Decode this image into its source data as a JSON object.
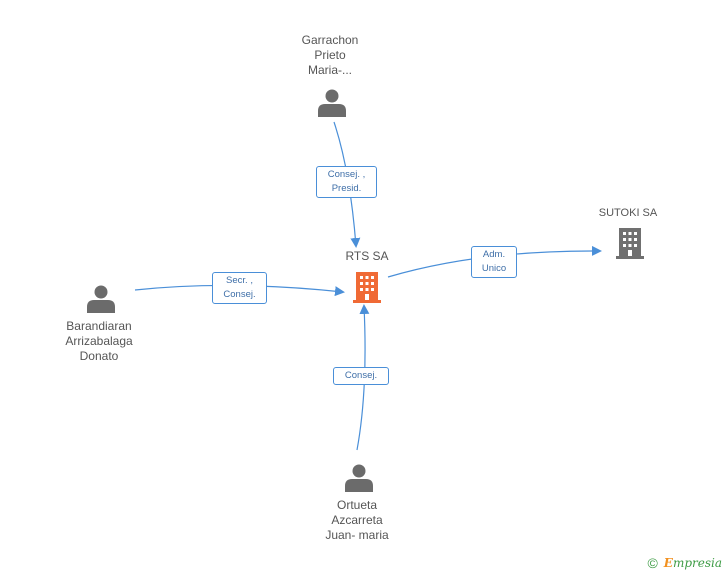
{
  "nodes": [
    {
      "id": "garrachon",
      "kind": "person",
      "label": "Garrachon\nPrieto\nMaria-..."
    },
    {
      "id": "rts",
      "kind": "company-main",
      "label": "RTS SA"
    },
    {
      "id": "sutoki",
      "kind": "company",
      "label": "SUTOKI SA"
    },
    {
      "id": "barandiaran",
      "kind": "person",
      "label": "Barandiaran\nArrizabalaga\nDonato"
    },
    {
      "id": "ortueta",
      "kind": "person",
      "label": "Ortueta\nAzcarreta\nJuan- maria"
    }
  ],
  "edges": [
    {
      "from": "garrachon",
      "to": "rts",
      "label": "Consej. ,\nPresid."
    },
    {
      "from": "barandiaran",
      "to": "rts",
      "label": "Secr. ,\nConsej."
    },
    {
      "from": "ortueta",
      "to": "rts",
      "label": "Consej."
    },
    {
      "from": "rts",
      "to": "sutoki",
      "label": "Adm.\nUnico"
    }
  ],
  "colors": {
    "person_icon": "#6b6b6b",
    "company_main_icon": "#f06a35",
    "company_icon": "#707070",
    "edge": "#4a8fd8",
    "label_text": "#555555"
  },
  "footer": {
    "copyright": "©",
    "brand_first": "E",
    "brand_rest": "mpresia"
  }
}
